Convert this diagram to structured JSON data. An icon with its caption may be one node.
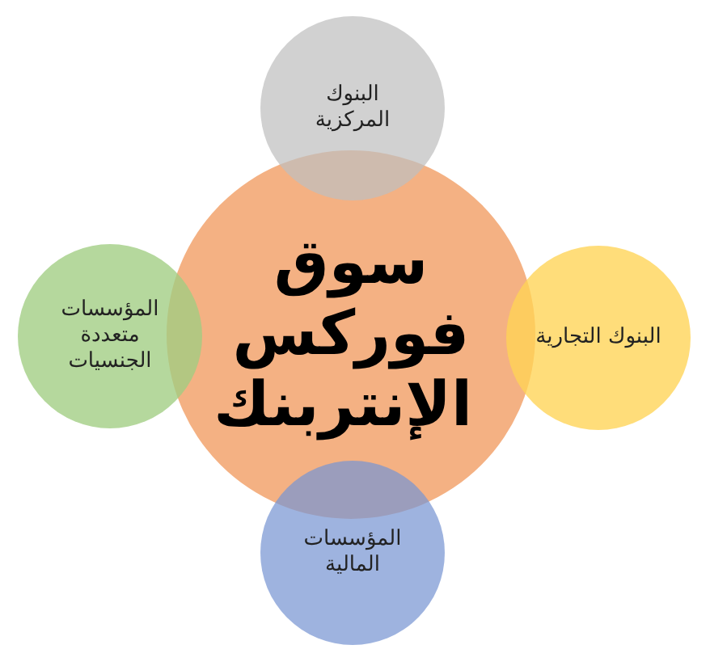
{
  "diagram": {
    "nodes": [
      {
        "text": [
          "سوق فوركس الإنتربنك"
        ]
      },
      {
        "text": [
          "البنوك المركزية"
        ]
      },
      {
        "text": [
          "البنوك التجارية"
        ]
      },
      {
        "text": [
          "المؤسسات المالية"
        ]
      },
      {
        "text": [
          "المؤسسات متعددة الجنسيات"
        ]
      }
    ]
  }
}
